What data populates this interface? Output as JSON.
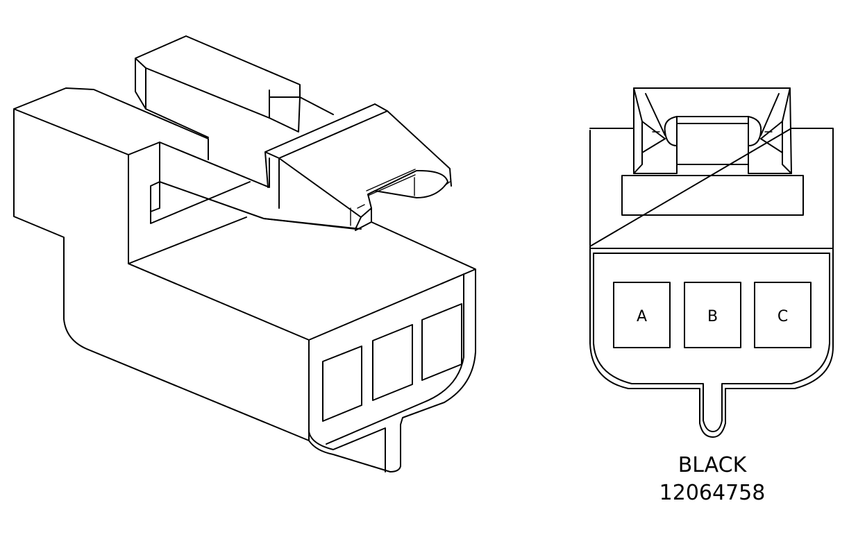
{
  "connector": {
    "cavities": [
      "A",
      "B",
      "C"
    ],
    "color": "BLACK",
    "part_number": "12064758"
  }
}
